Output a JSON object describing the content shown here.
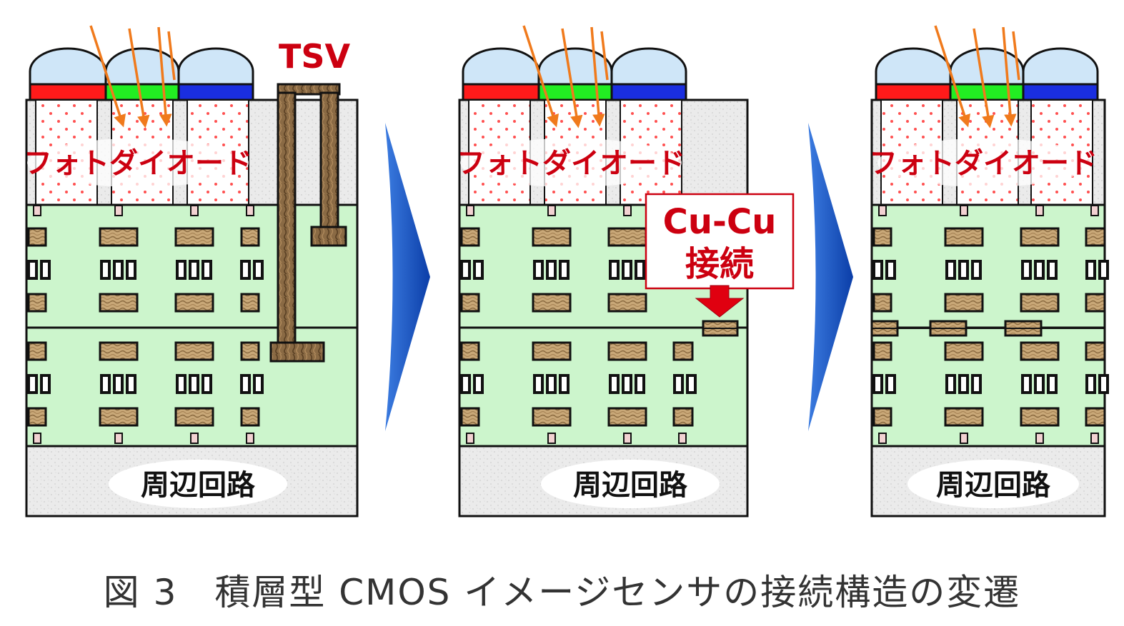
{
  "figure": {
    "label_tsv": "TSV",
    "label_photodiode": "フォトダイオード",
    "label_peripheral": "周辺回路",
    "label_cucu_line1": "Cu-Cu",
    "label_cucu_line2": "接続"
  },
  "caption": "図 3　積層型 CMOS イメージセンサの接続構造の変遷",
  "colors": {
    "lens": "#cfe6f8",
    "filter_red": "#ff1a1a",
    "filter_green": "#22ee22",
    "filter_blue": "#1a2ee0",
    "wiring_layer": "#ccf5cc",
    "peripheral": "#ebebeb",
    "label_red": "#cc0010",
    "arrow_blue": "#1e5cc8",
    "light_ray": "#f07a1c"
  }
}
